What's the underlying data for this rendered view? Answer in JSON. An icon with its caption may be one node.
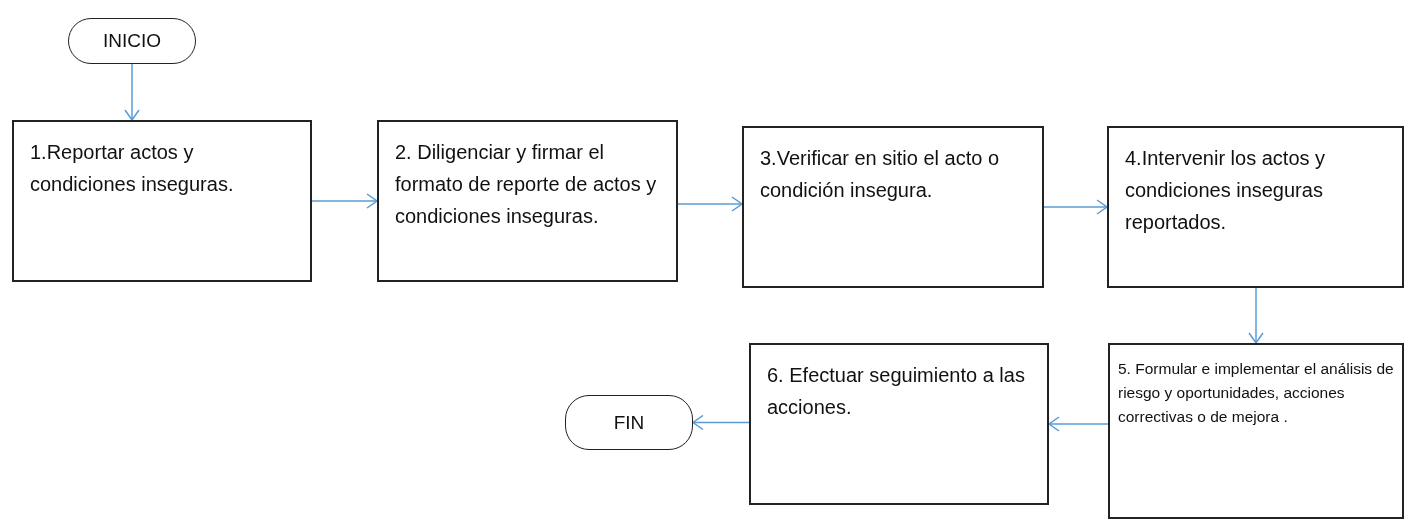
{
  "diagram": {
    "nodes": [
      {
        "text": [
          "INICIO"
        ]
      },
      {
        "text": [
          "1.Reportar actos y condiciones inseguras."
        ]
      },
      {
        "text": [
          "2. Diligenciar y firmar el formato de reporte de actos y condiciones inseguras."
        ]
      },
      {
        "text": [
          "3.Verificar en sitio el acto o condición insegura."
        ]
      },
      {
        "text": [
          "4.Intervenir los actos y condiciones inseguras reportados."
        ]
      },
      {
        "text": [
          "5. Formular e implementar el análisis de riesgo y oportunidades, acciones correctivas o de mejora ."
        ]
      },
      {
        "text": [
          "6. Efectuar seguimiento a las acciones."
        ]
      },
      {
        "text": [
          "FIN"
        ]
      }
    ],
    "edges": [
      {
        "from": 0,
        "to": 1,
        "arrow": "to"
      },
      {
        "from": 1,
        "to": 2,
        "arrow": "to"
      },
      {
        "from": 2,
        "to": 3,
        "arrow": "to"
      },
      {
        "from": 3,
        "to": 4,
        "arrow": "to"
      },
      {
        "from": 4,
        "to": 5,
        "arrow": "to"
      },
      {
        "from": 5,
        "to": 6,
        "arrow": "to"
      },
      {
        "from": 6,
        "to": 7,
        "arrow": "to"
      }
    ]
  }
}
